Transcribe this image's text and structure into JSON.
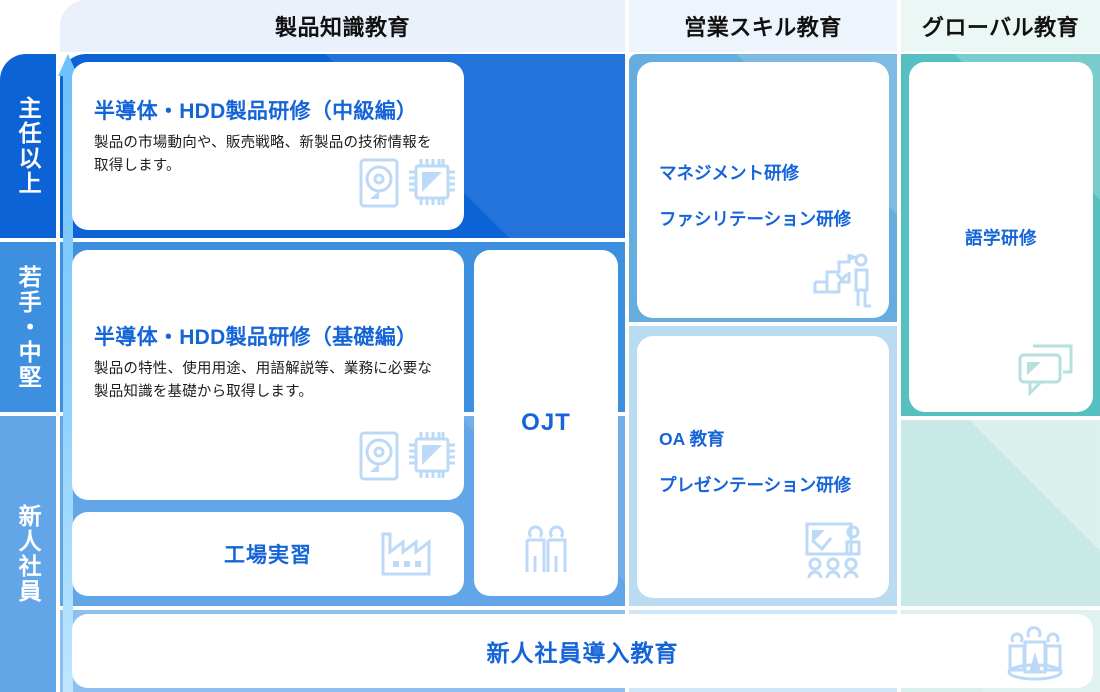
{
  "diagram": {
    "title_hidden": "",
    "colors": {
      "accent_blue": "#1565d8",
      "tier1_blue": "#0b63d6",
      "tier2_blue": "#3d8fe0",
      "tier3_blue": "#62a6e8",
      "sales_blue": "#66addf",
      "global_teal": "#56bfc0",
      "icon_blue": "#bcd9f7",
      "icon_teal": "#b6e0dc"
    }
  },
  "columns": [
    {
      "id": "product-knowledge",
      "label": "製品知識教育"
    },
    {
      "id": "sales-skill",
      "label": "営業スキル教育"
    },
    {
      "id": "global",
      "label": "グローバル教育"
    }
  ],
  "tiers": [
    {
      "id": "senior",
      "label": "主任以上"
    },
    {
      "id": "midlevel",
      "label": "若手・中堅"
    },
    {
      "id": "newhire",
      "label": "新人社員"
    }
  ],
  "cards": {
    "product_intermediate": {
      "title": "半導体・HDD製品研修（中級編）",
      "description": "製品の市場動向や、販売戦略、新製品の技術情報を取得します。",
      "icons": [
        "hdd-icon",
        "cpu-chip-icon"
      ]
    },
    "product_basic": {
      "title": "半導体・HDD製品研修（基礎編）",
      "description": "製品の特性、使用用途、用語解説等、業務に必要な製品知識を基礎から取得します。",
      "icons": [
        "hdd-icon",
        "cpu-chip-icon"
      ]
    },
    "factory": {
      "title": "工場実習",
      "icons": [
        "factory-icon"
      ]
    },
    "ojt": {
      "title": "OJT",
      "icons": [
        "two-people-icon"
      ]
    },
    "management": {
      "items": [
        "マネジメント研修",
        "ファシリテーション研修"
      ],
      "icons": [
        "person-climbing-stairs-icon"
      ]
    },
    "oa": {
      "items": [
        "OA 教育",
        "プレゼンテーション研修"
      ],
      "icons": [
        "presentation-icon"
      ]
    },
    "language": {
      "title": "語学研修",
      "icons": [
        "chat-bubbles-icon"
      ]
    },
    "new_employee_orientation": {
      "title": "新人社員導入教育",
      "icons": [
        "group-people-icon"
      ]
    }
  },
  "axis": {
    "growth_arrow": "upward-arrow-icon"
  }
}
